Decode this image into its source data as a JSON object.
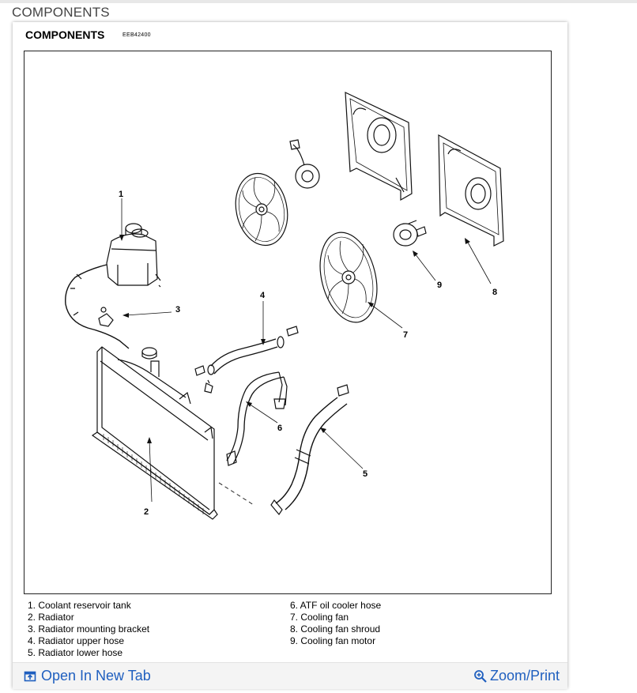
{
  "page": {
    "title": "COMPONENTS"
  },
  "diagram": {
    "heading": "COMPONENTS",
    "code": "EEB42400",
    "callouts": [
      "1",
      "2",
      "3",
      "4",
      "5",
      "6",
      "7",
      "8",
      "9"
    ],
    "legend_left": [
      "1. Coolant reservoir tank",
      "2. Radiator",
      "3. Radiator mounting bracket",
      "4. Radiator upper hose",
      "5. Radiator lower hose"
    ],
    "legend_right": [
      "6. ATF oil cooler hose",
      "7. Cooling fan",
      "8. Cooling fan shroud",
      "9. Cooling fan motor"
    ]
  },
  "footer": {
    "open_tab_label": "Open In New Tab",
    "zoom_label": "Zoom/Print",
    "link_color": "#1f5fbf"
  }
}
